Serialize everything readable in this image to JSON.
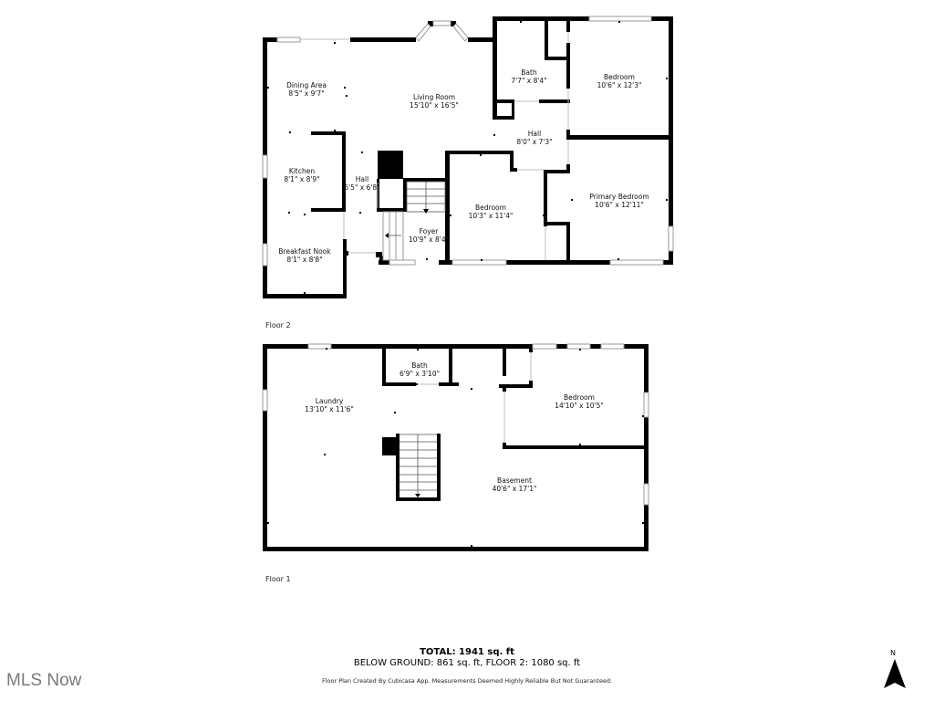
{
  "floor2": {
    "label": "Floor 2",
    "rooms": [
      {
        "id": "dining-area",
        "name": "Dining Area",
        "dims": "8'5\" x 9'7\""
      },
      {
        "id": "living-room",
        "name": "Living Room",
        "dims": "15'10\" x 16'5\""
      },
      {
        "id": "bath-upper",
        "name": "Bath",
        "dims": "7'7\" x 8'4\""
      },
      {
        "id": "bedroom-ne",
        "name": "Bedroom",
        "dims": "10'6\" x 12'3\""
      },
      {
        "id": "hall-east",
        "name": "Hall",
        "dims": "8'0\" x 7'3\""
      },
      {
        "id": "kitchen",
        "name": "Kitchen",
        "dims": "8'1\" x 8'9\""
      },
      {
        "id": "hall-west",
        "name": "Hall",
        "dims": "5'5\" x 6'8\""
      },
      {
        "id": "bedroom-mid",
        "name": "Bedroom",
        "dims": "10'3\" x 11'4\""
      },
      {
        "id": "primary-bedroom",
        "name": "Primary Bedroom",
        "dims": "10'6\" x 12'11\""
      },
      {
        "id": "foyer",
        "name": "Foyer",
        "dims": "10'9\" x 8'4\""
      },
      {
        "id": "breakfast-nook",
        "name": "Breakfast Nook",
        "dims": "8'1\" x 8'8\""
      }
    ]
  },
  "floor1": {
    "label": "Floor 1",
    "rooms": [
      {
        "id": "bath-lower",
        "name": "Bath",
        "dims": "6'9\" x 3'10\""
      },
      {
        "id": "laundry",
        "name": "Laundry",
        "dims": "13'10\" x 11'6\""
      },
      {
        "id": "bedroom-lower",
        "name": "Bedroom",
        "dims": "14'10\" x 10'5\""
      },
      {
        "id": "basement",
        "name": "Basement",
        "dims": "40'6\" x 17'1\""
      }
    ]
  },
  "summary": {
    "total": "TOTAL: 1941 sq. ft",
    "breakdown": "BELOW GROUND: 861 sq. ft, FLOOR 2: 1080 sq. ft",
    "disclaimer": "Floor Plan Created By Cubicasa App. Measurements Deemed Highly Reliable But Not Guaranteed."
  },
  "branding": {
    "watermark": "MLS Now"
  },
  "compass": {
    "label": "N",
    "icon": "north-arrow-icon"
  }
}
